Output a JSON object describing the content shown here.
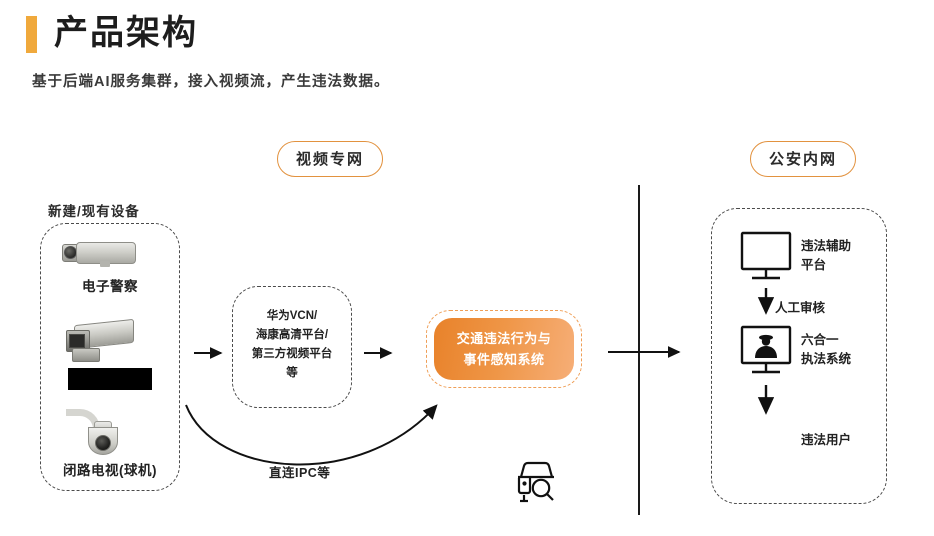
{
  "header": {
    "title": "产品架构",
    "subtitle": "基于后端AI服务集群，接入视频流，产生违法数据。",
    "accent_color": "#f0a93c"
  },
  "zones": {
    "video_network": "视频专网",
    "police_intranet": "公安内网",
    "pill_border_color": "#e2923f"
  },
  "devices": {
    "caption": "新建/现有设备",
    "items": [
      {
        "icon": "bullet-camera-icon",
        "label": "电子警察"
      },
      {
        "icon": "housing-camera-icon",
        "label": ""
      },
      {
        "icon": "dome-camera-icon",
        "label": "闭路电视(球机)"
      }
    ]
  },
  "platform": {
    "lines": [
      "华为VCN/",
      "海康高清平台/",
      "第三方视频平台",
      "等"
    ]
  },
  "system": {
    "lines": [
      "交通违法行为与",
      "事件感知系统"
    ],
    "gradient_start": "#e8822a",
    "gradient_end": "#f6ae77",
    "text_color": "#ffffff",
    "border_color": "#ef9f57"
  },
  "direct_link": {
    "label": "直连IPC等"
  },
  "vehicle_icon": {
    "name": "car-search-icon"
  },
  "intranet": {
    "nodes": [
      {
        "icon": "monitor-icon",
        "label_lines": [
          "违法辅助",
          "平台"
        ]
      },
      {
        "icon": "monitor-officer-icon",
        "label_lines": [
          "六合一",
          "执法系统"
        ]
      },
      {
        "icon": "none",
        "label_lines": [
          "违法用户"
        ]
      }
    ],
    "flow_labels": [
      "人工审核",
      ""
    ]
  }
}
